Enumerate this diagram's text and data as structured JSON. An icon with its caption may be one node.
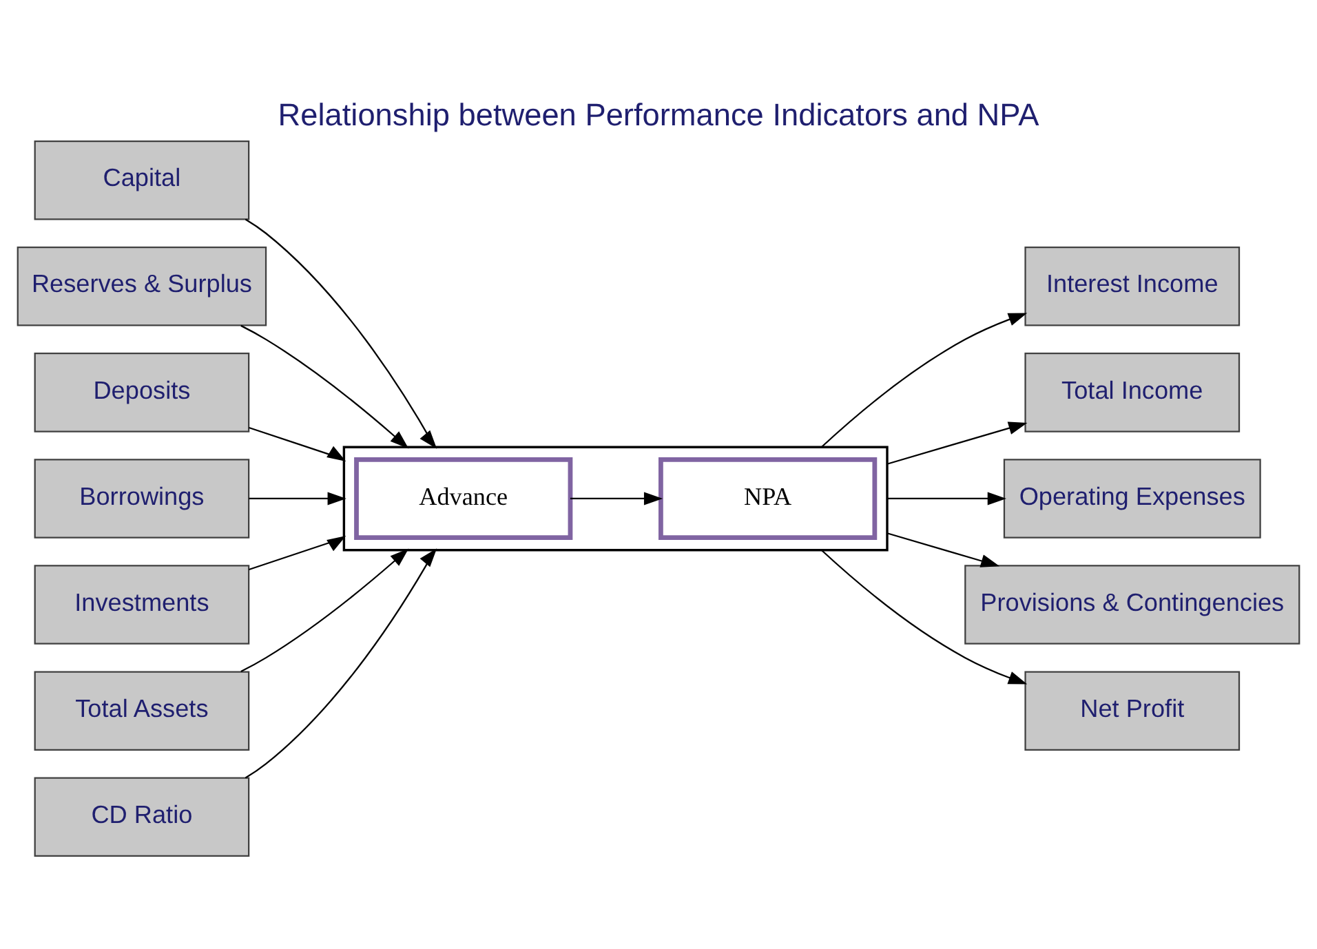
{
  "diagram": {
    "title": "Relationship between Performance Indicators and NPA",
    "nodes": [
      {
        "text": [
          "Capital"
        ]
      },
      {
        "text": [
          "Reserves & Surplus"
        ]
      },
      {
        "text": [
          "Deposits"
        ]
      },
      {
        "text": [
          "Borrowings"
        ]
      },
      {
        "text": [
          "Investments"
        ]
      },
      {
        "text": [
          "Total Assets"
        ]
      },
      {
        "text": [
          "CD Ratio"
        ]
      },
      {
        "text": [],
        "shape": "box"
      },
      {
        "text": [
          "Advance"
        ],
        "in": 7
      },
      {
        "text": [
          "NPA"
        ],
        "in": 7
      },
      {
        "text": [
          "Interest Income"
        ]
      },
      {
        "text": [
          "Total Income"
        ]
      },
      {
        "text": [
          "Operating Expenses"
        ]
      },
      {
        "text": [
          "Provisions & Contingencies"
        ]
      },
      {
        "text": [
          "Net Profit"
        ]
      }
    ],
    "edges": [
      {
        "from": 0,
        "to": 7,
        "arrow": "to"
      },
      {
        "from": 1,
        "to": 7,
        "arrow": "to"
      },
      {
        "from": 2,
        "to": 7,
        "arrow": "to"
      },
      {
        "from": 3,
        "to": 7,
        "arrow": "to"
      },
      {
        "from": 4,
        "to": 7,
        "arrow": "to"
      },
      {
        "from": 5,
        "to": 7,
        "arrow": "to"
      },
      {
        "from": 6,
        "to": 7,
        "arrow": "to"
      },
      {
        "from": 8,
        "to": 9,
        "arrow": "to"
      },
      {
        "from": 7,
        "to": 10,
        "arrow": "to"
      },
      {
        "from": 7,
        "to": 11,
        "arrow": "to"
      },
      {
        "from": 7,
        "to": 12,
        "arrow": "to"
      },
      {
        "from": 7,
        "to": 13,
        "arrow": "to"
      },
      {
        "from": 7,
        "to": 14,
        "arrow": "to"
      }
    ]
  }
}
